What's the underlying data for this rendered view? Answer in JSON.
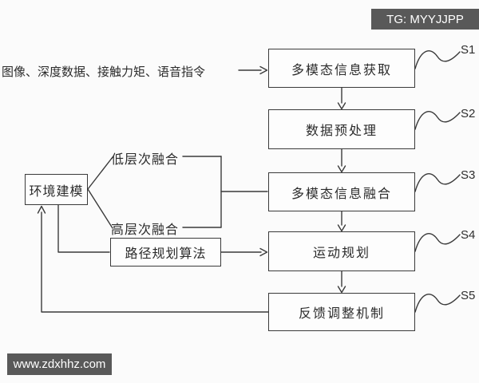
{
  "colors": {
    "background": "#fbfbfb",
    "line": "#3a3a3a",
    "text": "#2b2b2b",
    "watermark_bg": "#595959",
    "watermark_text": "#ffffff"
  },
  "watermarks": {
    "top_right": "TG: MYYJJPP",
    "bottom_left": "www.zdxhhz.com"
  },
  "flowchart": {
    "input_label": "图像、深度数据、接触力矩、语音指令",
    "steps": [
      {
        "id": "S1",
        "label": "多模态信息获取"
      },
      {
        "id": "S2",
        "label": "数据预处理"
      },
      {
        "id": "S3",
        "label": "多模态信息融合"
      },
      {
        "id": "S4",
        "label": "运动规划"
      },
      {
        "id": "S5",
        "label": "反馈调整机制"
      }
    ],
    "environment_box": "环境建模",
    "path_planning_box": "路径规划算法",
    "fusion_branches": [
      {
        "label": "低层次融合"
      },
      {
        "label": "高层次融合"
      }
    ]
  }
}
